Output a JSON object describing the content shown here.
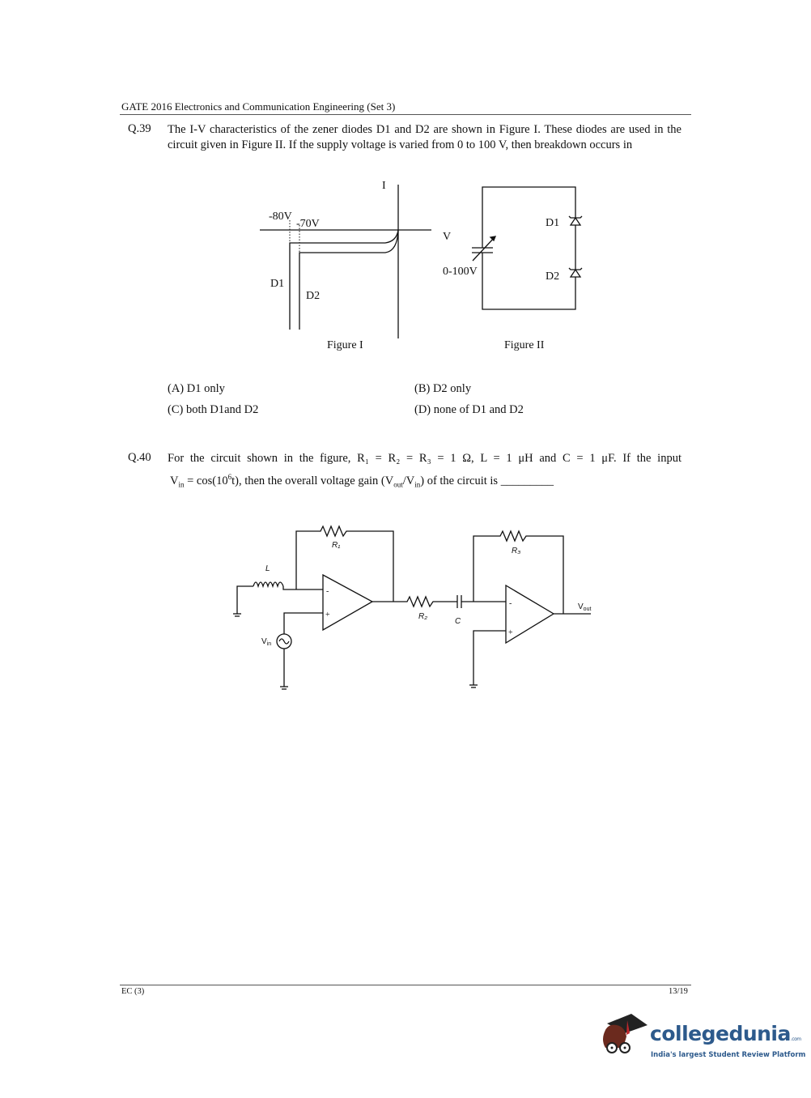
{
  "header": {
    "title": "GATE 2016 Electronics and Communication Engineering  (Set 3)"
  },
  "q39": {
    "number": "Q.39",
    "text": "The I-V characteristics of the zener diodes D1 and D2 are shown in Figure I. These diodes are used in the circuit given in Figure II. If the supply voltage is varied from 0 to 100 V, then breakdown occurs in",
    "figure1": {
      "label_80": "-80V",
      "label_70": "-70V",
      "axis_i": "I",
      "axis_v": "V",
      "d1": "D1",
      "d2": "D2",
      "caption": "Figure I"
    },
    "figure2": {
      "supply": "0-100V",
      "d1": "D1",
      "d2": "D2",
      "caption": "Figure II"
    },
    "options": {
      "a": "(A) D1 only",
      "b": "(B) D2 only",
      "c": "(C) both D1and D2",
      "d": "(D) none of D1 and D2"
    }
  },
  "q40": {
    "number": "Q.40",
    "line1": "For the circuit shown in the figure, R₁ = R₂ = R₃ = 1 Ω, L = 1 μH and C = 1 μF. If the input",
    "vin": "V",
    "vin_sub": "in",
    "eq": " = cos(10",
    "eq_sup": "6",
    "eq_end": "t), then the overall voltage gain (V",
    "out_sub": "out",
    "slash": "/V",
    "in_sub": "in",
    "tail": ") of the circuit is _________",
    "circuit": {
      "r1": "R₁",
      "r2": "R₂",
      "r3": "R₃",
      "l": "L",
      "c": "C",
      "vin": "V",
      "vin_sub": "in",
      "vout": "V",
      "vout_sub": "out",
      "minus": "-",
      "plus": "+"
    }
  },
  "footer": {
    "left": "EC  (3)",
    "right": "13/19"
  },
  "logo": {
    "name": "collegedunia",
    "suffix": ".com",
    "tagline": "India's largest Student Review Platform"
  }
}
